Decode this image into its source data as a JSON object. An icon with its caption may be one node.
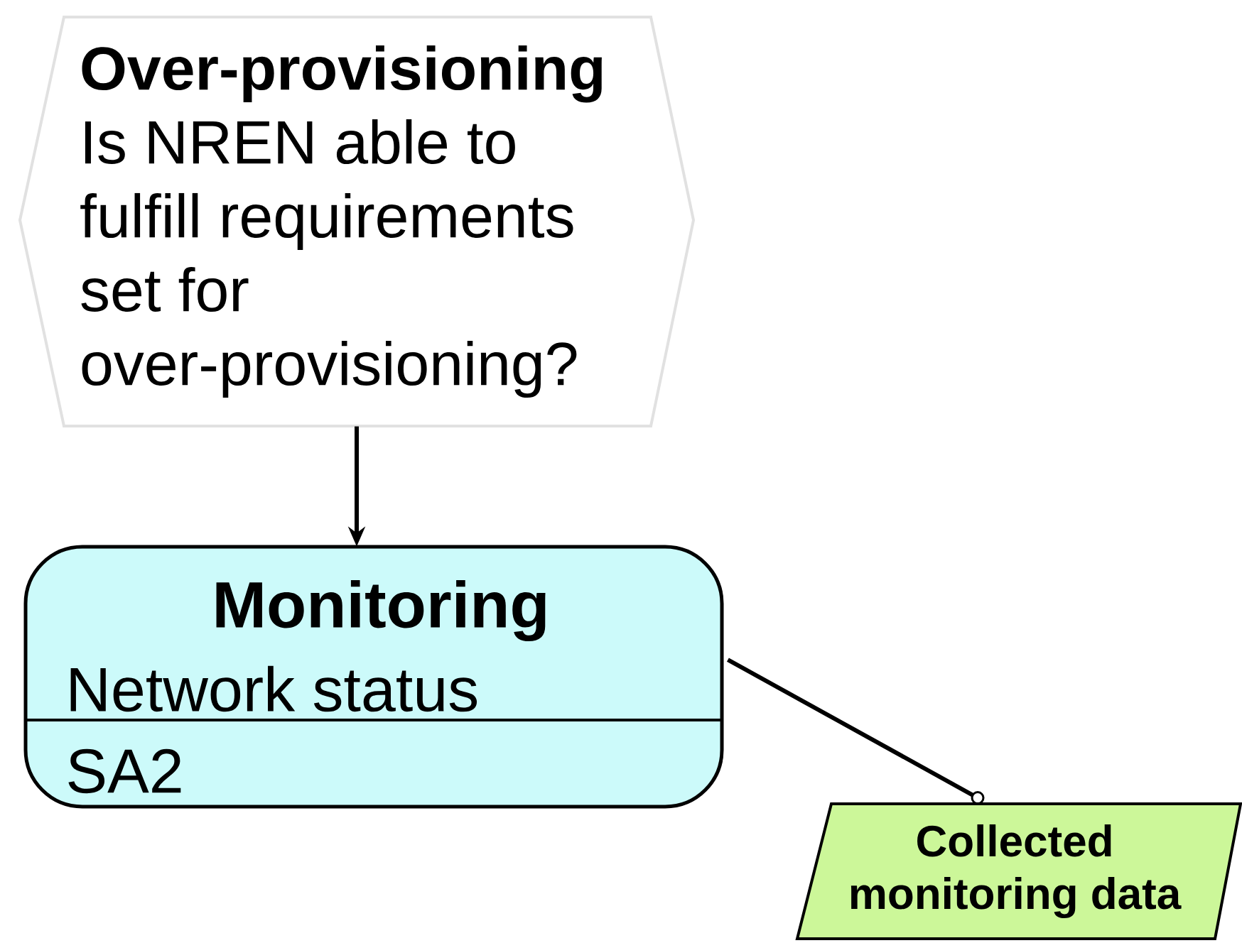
{
  "diagram": {
    "nodes": [
      {
        "text": [
          "Over-provisioning",
          "Is NREN able to fulfill requirements set for over-provisioning?"
        ]
      },
      {
        "text": [
          "Monitoring",
          "Network status",
          "SA2"
        ]
      },
      {
        "text": [
          "Collected monitoring data"
        ]
      }
    ],
    "edges": [
      {
        "from": 0,
        "to": 1,
        "arrow": "to"
      },
      {
        "from": 1,
        "to": 2,
        "arrow": "other"
      }
    ]
  }
}
